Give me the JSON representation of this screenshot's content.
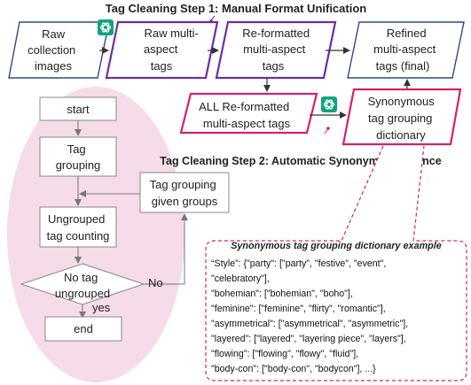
{
  "step1_title": "Tag Cleaning Step 1: Manual Format Unification",
  "step2_title": "Tag Cleaning Step 2: Automatic Synonym Emergence",
  "top_row": {
    "raw_images": [
      "Raw",
      "collection",
      "images"
    ],
    "raw_tags": [
      "Raw multi-",
      "aspect",
      "tags"
    ],
    "reformatted": [
      "Re-formatted",
      "multi-aspect",
      "tags"
    ],
    "refined": [
      "Refined",
      "multi-aspect",
      "tags (final)"
    ]
  },
  "middle_row": {
    "all_reformatted": [
      "ALL Re-formatted",
      "multi-aspect tags"
    ],
    "synonymous_dict": [
      "Synonymous",
      "tag grouping",
      "dictionary"
    ]
  },
  "flowchart": {
    "start": "start",
    "tag_grouping": [
      "Tag",
      "grouping"
    ],
    "tag_grouping_given": [
      "Tag grouping",
      "given groups"
    ],
    "ungrouped_counting": [
      "Ungrouped",
      "tag counting"
    ],
    "decision": [
      "No tag",
      "ungrouped"
    ],
    "no_label": "No",
    "yes_label": "yes",
    "end": "end"
  },
  "example": {
    "title": "Synonymous tag grouping dictionary example",
    "lines": [
      "“Style”: {\"party\": [\"party\", \"festive\", \"event\",",
      "\"celebratory\"],",
      "\"bohemian\": [\"bohemian\", \"boho\"],",
      "\"feminine\": [\"feminine\", \"flirty\", \"romantic\"],",
      "\"asymmetrical\": [\"asymmetrical\", \"asymmetric\"],",
      "\"layered\": [\"layered\", \"layering piece\", \"layers\"],",
      "\"flowing\": [\"flowing\", \"flowy\", \"fluid\"],",
      "\"body-con\": [\"body-con\", \"bodycon\"], ...}"
    ]
  },
  "colors": {
    "blue": "#2e4a86",
    "purple": "#6b2fa0",
    "magenta": "#d4216e",
    "pink_bg": "#f6dbe8",
    "gpt_green": "#10a37f"
  },
  "icons": [
    "chatgpt-icon",
    "chatgpt-icon"
  ]
}
